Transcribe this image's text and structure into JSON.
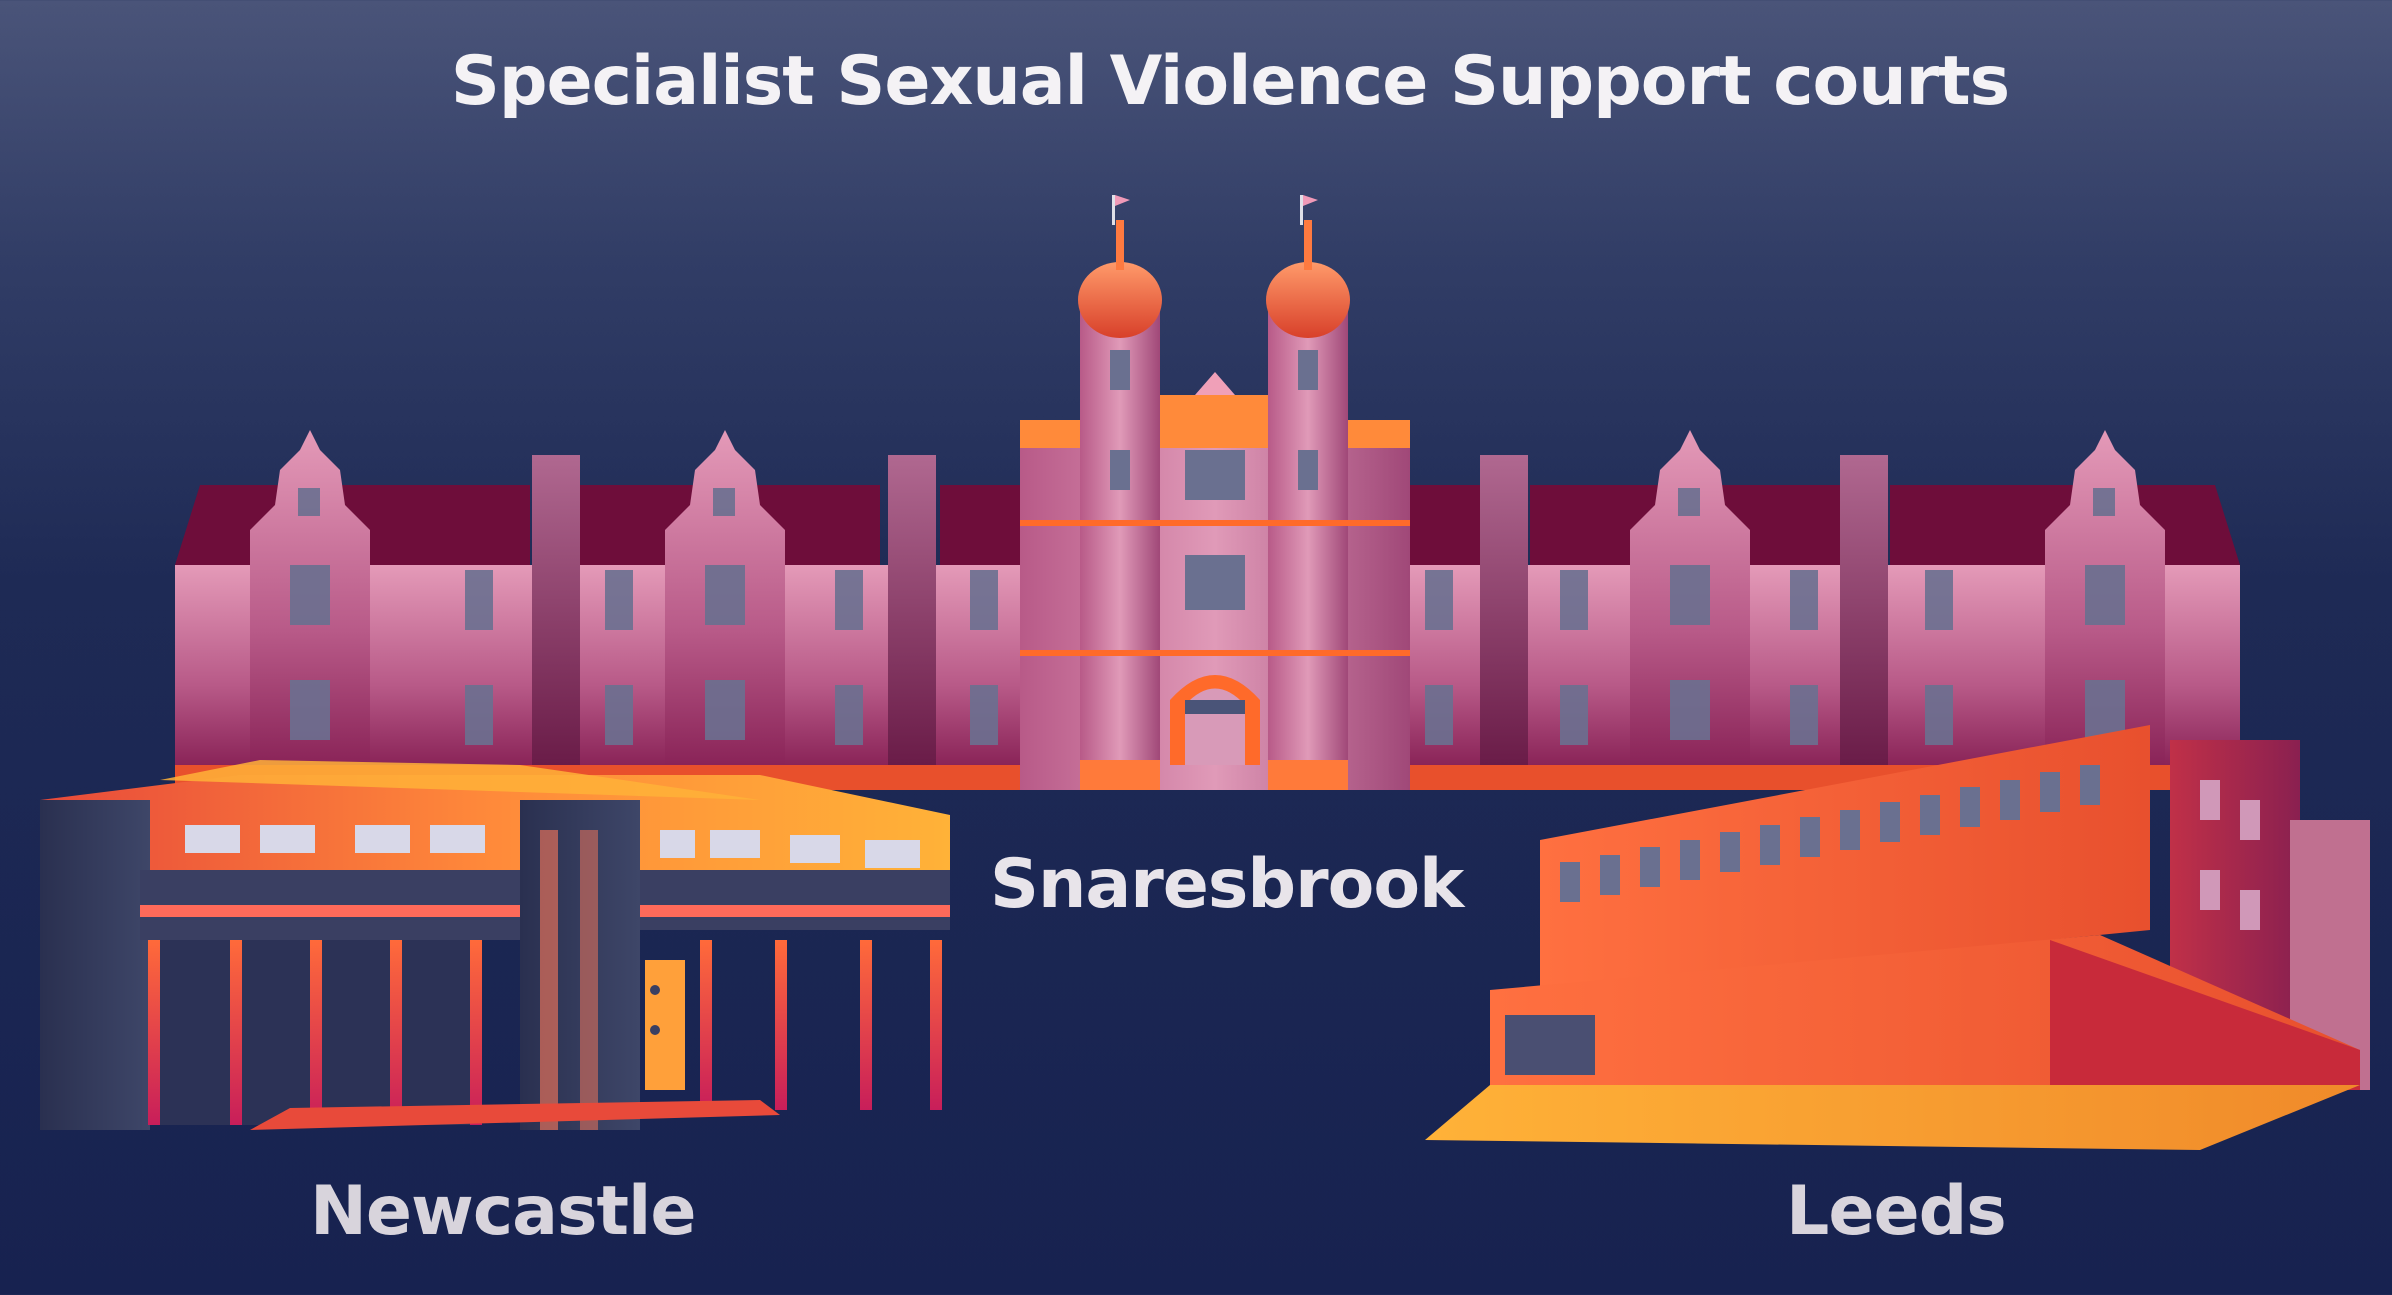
{
  "title": "Specialist Sexual Violence Support courts",
  "courts": [
    {
      "name": "Snaresbrook"
    },
    {
      "name": "Newcastle"
    },
    {
      "name": "Leeds"
    }
  ],
  "colors": {
    "background": "#1e2a55",
    "building_pink": "#c86a94",
    "roof_maroon": "#6e0d3a",
    "accent_orange": "#f26a2a",
    "highlight_yellow": "#ffb238"
  }
}
